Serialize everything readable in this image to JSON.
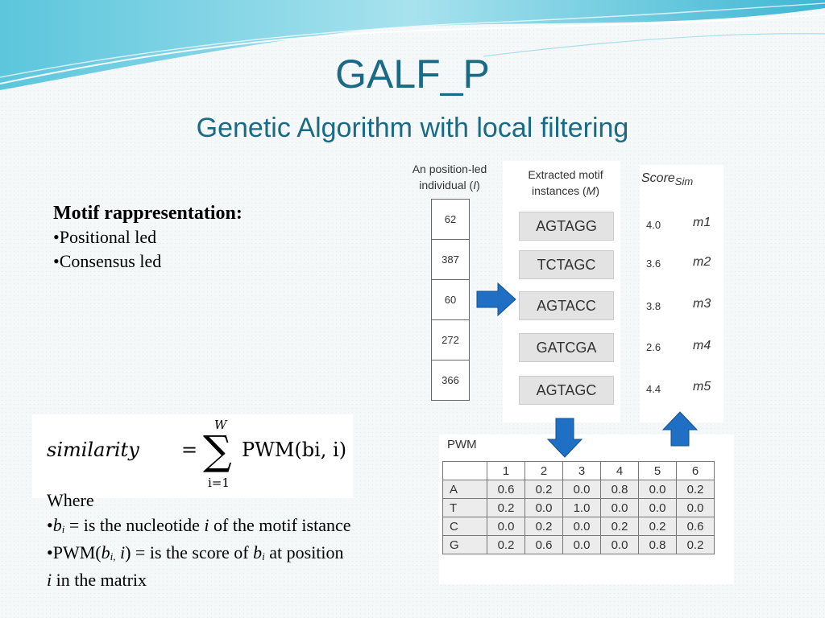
{
  "title": "GALF_P",
  "subtitle": "Genetic Algorithm with local filtering",
  "motif": {
    "heading": "Motif rappresentation:",
    "items": [
      "•Positional led",
      "•Consensus led"
    ]
  },
  "formula": {
    "lhs": "similarity",
    "eq": "=",
    "sigma": "∑",
    "upper": "W",
    "lower": "i=1",
    "rhs": "PWM(bi, i)"
  },
  "where": {
    "label": "Where",
    "line1_prefix": "•",
    "line1_bi": "b",
    "line1_sub": "i",
    "line1_mid": " = is the nucleotide ",
    "line1_i": "i",
    "line1_end": " of the motif  istance",
    "line2_prefix": "•PWM(",
    "line2_bi": "b",
    "line2_sub": "i,",
    "line2_i": " i",
    "line2_mid": ") = is the score of ",
    "line2_bi2": "b",
    "line2_sub2": "i",
    "line2_end": " at position ",
    "line2_i2": "i",
    "line2_tail": " in the matrix"
  },
  "diagram": {
    "individual_header": "An position-led individual (I)",
    "individual_header_line1": "An position-led",
    "individual_header_line2": "individual (",
    "individual_header_I": "I",
    "individual_header_close": ")",
    "individual_values": [
      "62",
      "387",
      "60",
      "272",
      "366"
    ],
    "instances_header_line1": "Extracted motif",
    "instances_header_line2": "instances (",
    "instances_header_M": "M",
    "instances_header_close": ")",
    "instances": [
      "AGTAGG",
      "TCTAGC",
      "AGTACC",
      "GATCGA",
      "AGTAGC"
    ],
    "score_header": "Score",
    "score_header_sub": "Sim",
    "scores": [
      {
        "value": "4.0",
        "name": "m1"
      },
      {
        "value": "3.6",
        "name": "m2"
      },
      {
        "value": "3.8",
        "name": "m3"
      },
      {
        "value": "2.6",
        "name": "m4"
      },
      {
        "value": "4.4",
        "name": "m5"
      }
    ],
    "pwm_label": "PWM",
    "pwm_columns": [
      "1",
      "2",
      "3",
      "4",
      "5",
      "6"
    ],
    "pwm_rows": [
      {
        "label": "A",
        "values": [
          "0.6",
          "0.2",
          "0.0",
          "0.8",
          "0.0",
          "0.2"
        ]
      },
      {
        "label": "T",
        "values": [
          "0.2",
          "0.0",
          "1.0",
          "0.0",
          "0.0",
          "0.0"
        ]
      },
      {
        "label": "C",
        "values": [
          "0.0",
          "0.2",
          "0.0",
          "0.2",
          "0.2",
          "0.6"
        ]
      },
      {
        "label": "G",
        "values": [
          "0.2",
          "0.6",
          "0.0",
          "0.0",
          "0.8",
          "0.2"
        ]
      }
    ],
    "arrow_color": "#1f6fc5"
  }
}
